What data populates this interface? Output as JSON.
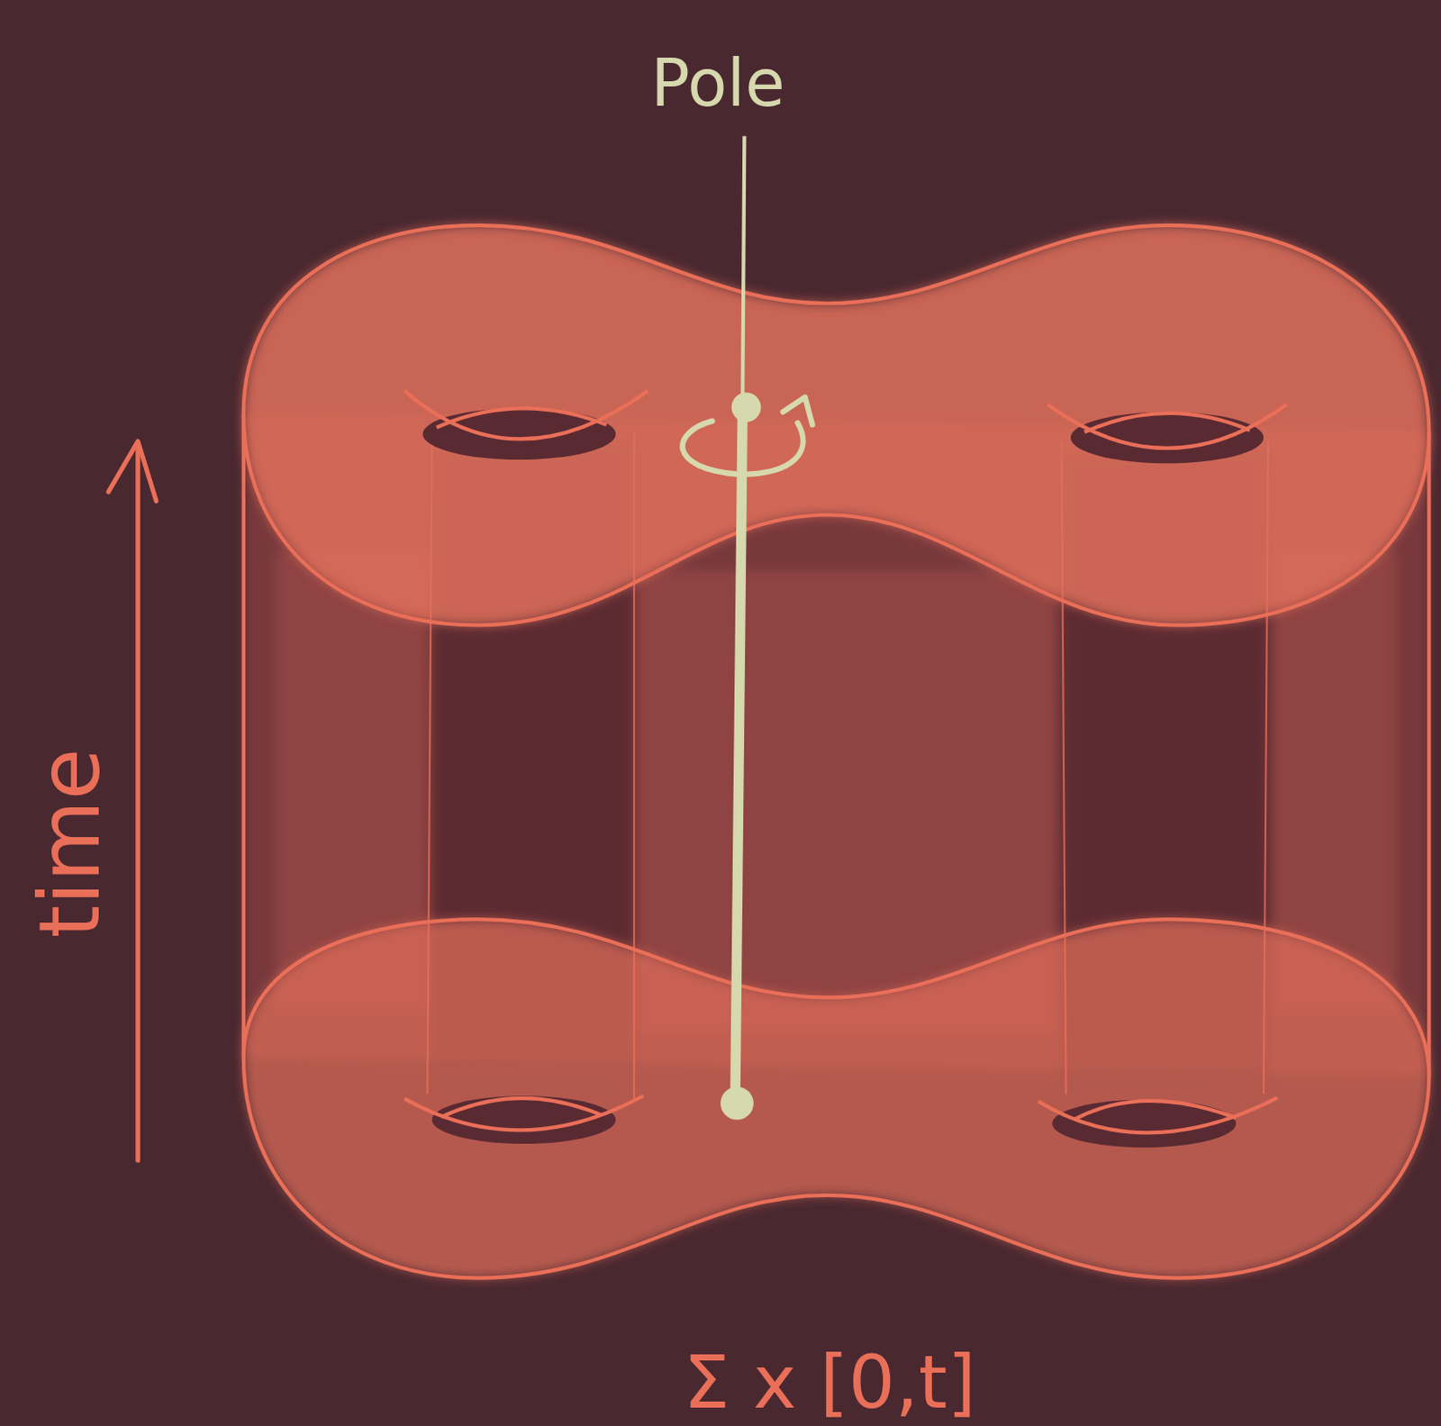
{
  "diagram": {
    "labels": [
      "Pole",
      "time",
      "Σ x [0,t]"
    ]
  }
}
